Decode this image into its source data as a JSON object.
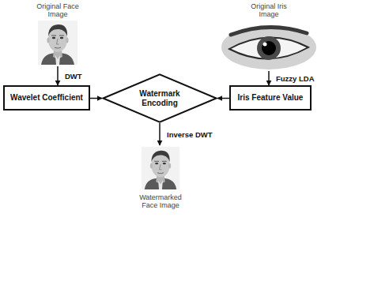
{
  "diagram": {
    "nodes": [
      {
        "text": [
          "Original Face Image"
        ]
      },
      {
        "text": [
          "Original Iris Image"
        ]
      },
      {
        "text": [
          "Wavelet Coefficient"
        ]
      },
      {
        "text": [
          "Watermark Encoding"
        ]
      },
      {
        "text": [
          "Iris Feature Value"
        ]
      },
      {
        "text": [
          "Watermarked Face Image"
        ]
      }
    ],
    "edges": [
      {
        "from": 0,
        "to": 2,
        "arrow": "to",
        "label": "DWT"
      },
      {
        "from": 1,
        "to": 4,
        "arrow": "to",
        "label": "Fuzzy LDA"
      },
      {
        "from": 2,
        "to": 3,
        "arrow": "to"
      },
      {
        "from": 4,
        "to": 3,
        "arrow": "to"
      },
      {
        "from": 3,
        "to": 5,
        "arrow": "to",
        "label": "Inverse DWT"
      }
    ]
  }
}
